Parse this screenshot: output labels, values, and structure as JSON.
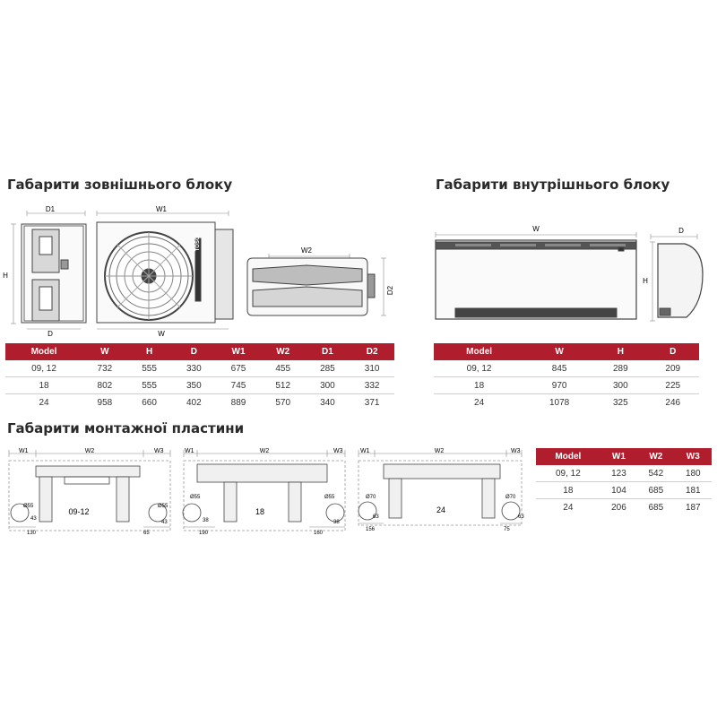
{
  "titles": {
    "outdoor": "Габарити зовнішнього блоку",
    "indoor": "Габарити внутрішнього блоку",
    "plate": "Габарити монтажної пластини"
  },
  "outdoor_drawing": {
    "labels": {
      "d1": "D1",
      "h": "H",
      "d": "D",
      "w1": "W1",
      "w": "W",
      "w2": "W2",
      "d2": "D2"
    },
    "brand": "TOSOT"
  },
  "indoor_drawing": {
    "labels": {
      "w": "W",
      "h": "H",
      "d": "D"
    }
  },
  "plate_drawings": [
    {
      "w1": "W1",
      "w2": "W2",
      "w3": "W3",
      "model": "09-12",
      "hole_left": "Ø55",
      "hole_right": "Ø55",
      "dim_left": "130",
      "dim_right": "65",
      "h_left": "43",
      "h_right": "43"
    },
    {
      "w1": "W1",
      "w2": "W2",
      "w3": "W3",
      "model": "18",
      "hole_left": "Ø55",
      "hole_right": "Ø55",
      "dim_left": "190",
      "dim_right": "160",
      "h_left": "38",
      "h_right": "38"
    },
    {
      "w1": "W1",
      "w2": "W2",
      "w3": "W3",
      "model": "24",
      "hole_left": "Ø70",
      "hole_right": "Ø70",
      "dim_left": "156",
      "dim_right": "75",
      "h_left": "63",
      "h_right": "63"
    }
  ],
  "outdoor_table": {
    "headers": [
      "Model",
      "W",
      "H",
      "D",
      "W1",
      "W2",
      "D1",
      "D2"
    ],
    "rows": [
      [
        "09, 12",
        "732",
        "555",
        "330",
        "675",
        "455",
        "285",
        "310"
      ],
      [
        "18",
        "802",
        "555",
        "350",
        "745",
        "512",
        "300",
        "332"
      ],
      [
        "24",
        "958",
        "660",
        "402",
        "889",
        "570",
        "340",
        "371"
      ]
    ]
  },
  "indoor_table": {
    "headers": [
      "Model",
      "W",
      "H",
      "D"
    ],
    "rows": [
      [
        "09, 12",
        "845",
        "289",
        "209"
      ],
      [
        "18",
        "970",
        "300",
        "225"
      ],
      [
        "24",
        "1078",
        "325",
        "246"
      ]
    ]
  },
  "plate_table": {
    "headers": [
      "Model",
      "W1",
      "W2",
      "W3"
    ],
    "rows": [
      [
        "09, 12",
        "123",
        "542",
        "180"
      ],
      [
        "18",
        "104",
        "685",
        "181"
      ],
      [
        "24",
        "206",
        "685",
        "187"
      ]
    ]
  },
  "colors": {
    "header_red": "#b01d2c",
    "line": "#444444",
    "dim_line": "#888888"
  }
}
